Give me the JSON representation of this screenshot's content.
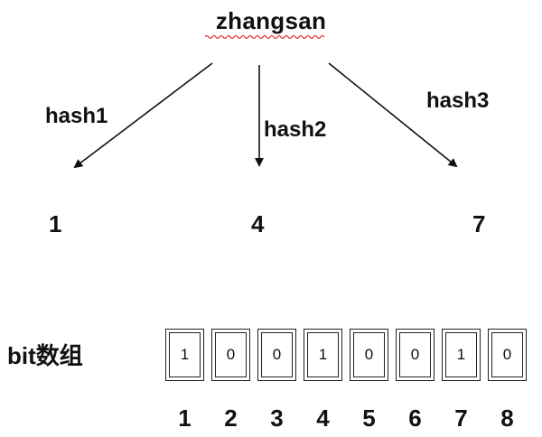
{
  "title": "zhangsan",
  "hash_labels": [
    "hash1",
    "hash2",
    "hash3"
  ],
  "hash_results": [
    "1",
    "4",
    "7"
  ],
  "bit_array_label": "bit数组",
  "bits": [
    "1",
    "0",
    "0",
    "1",
    "0",
    "0",
    "1",
    "0"
  ],
  "indices": [
    "1",
    "2",
    "3",
    "4",
    "5",
    "6",
    "7",
    "8"
  ]
}
